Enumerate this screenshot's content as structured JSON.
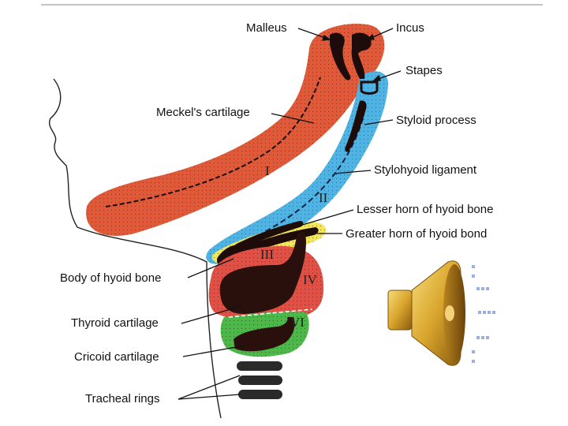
{
  "labels": {
    "malleus": "Malleus",
    "incus": "Incus",
    "stapes": "Stapes",
    "meckels": "Meckel's cartilage",
    "styloid": "Styloid process",
    "stylohyoid": "Stylohyoid ligament",
    "lesser_horn": "Lesser horn of hyoid bone",
    "greater_horn": "Greater horn of hyoid bond",
    "body_hyoid": "Body of hyoid bone",
    "thyroid": "Thyroid cartilage",
    "cricoid": "Cricoid cartilage",
    "tracheal": "Tracheal rings"
  },
  "arches": {
    "I": "I",
    "II": "II",
    "III": "III",
    "IV": "IV",
    "VI": "VI"
  },
  "speaker_icon": "speaker-icon",
  "colors": {
    "arch1_red": "#e05a3a",
    "arch2_blue": "#4fb3e3",
    "arch3_yellow": "#f2e65a",
    "arch4_red": "#e05045",
    "arch6_green": "#4cb84a",
    "cartilage_dark": "#3a1512",
    "speaker_gold": "#d9a52c"
  }
}
